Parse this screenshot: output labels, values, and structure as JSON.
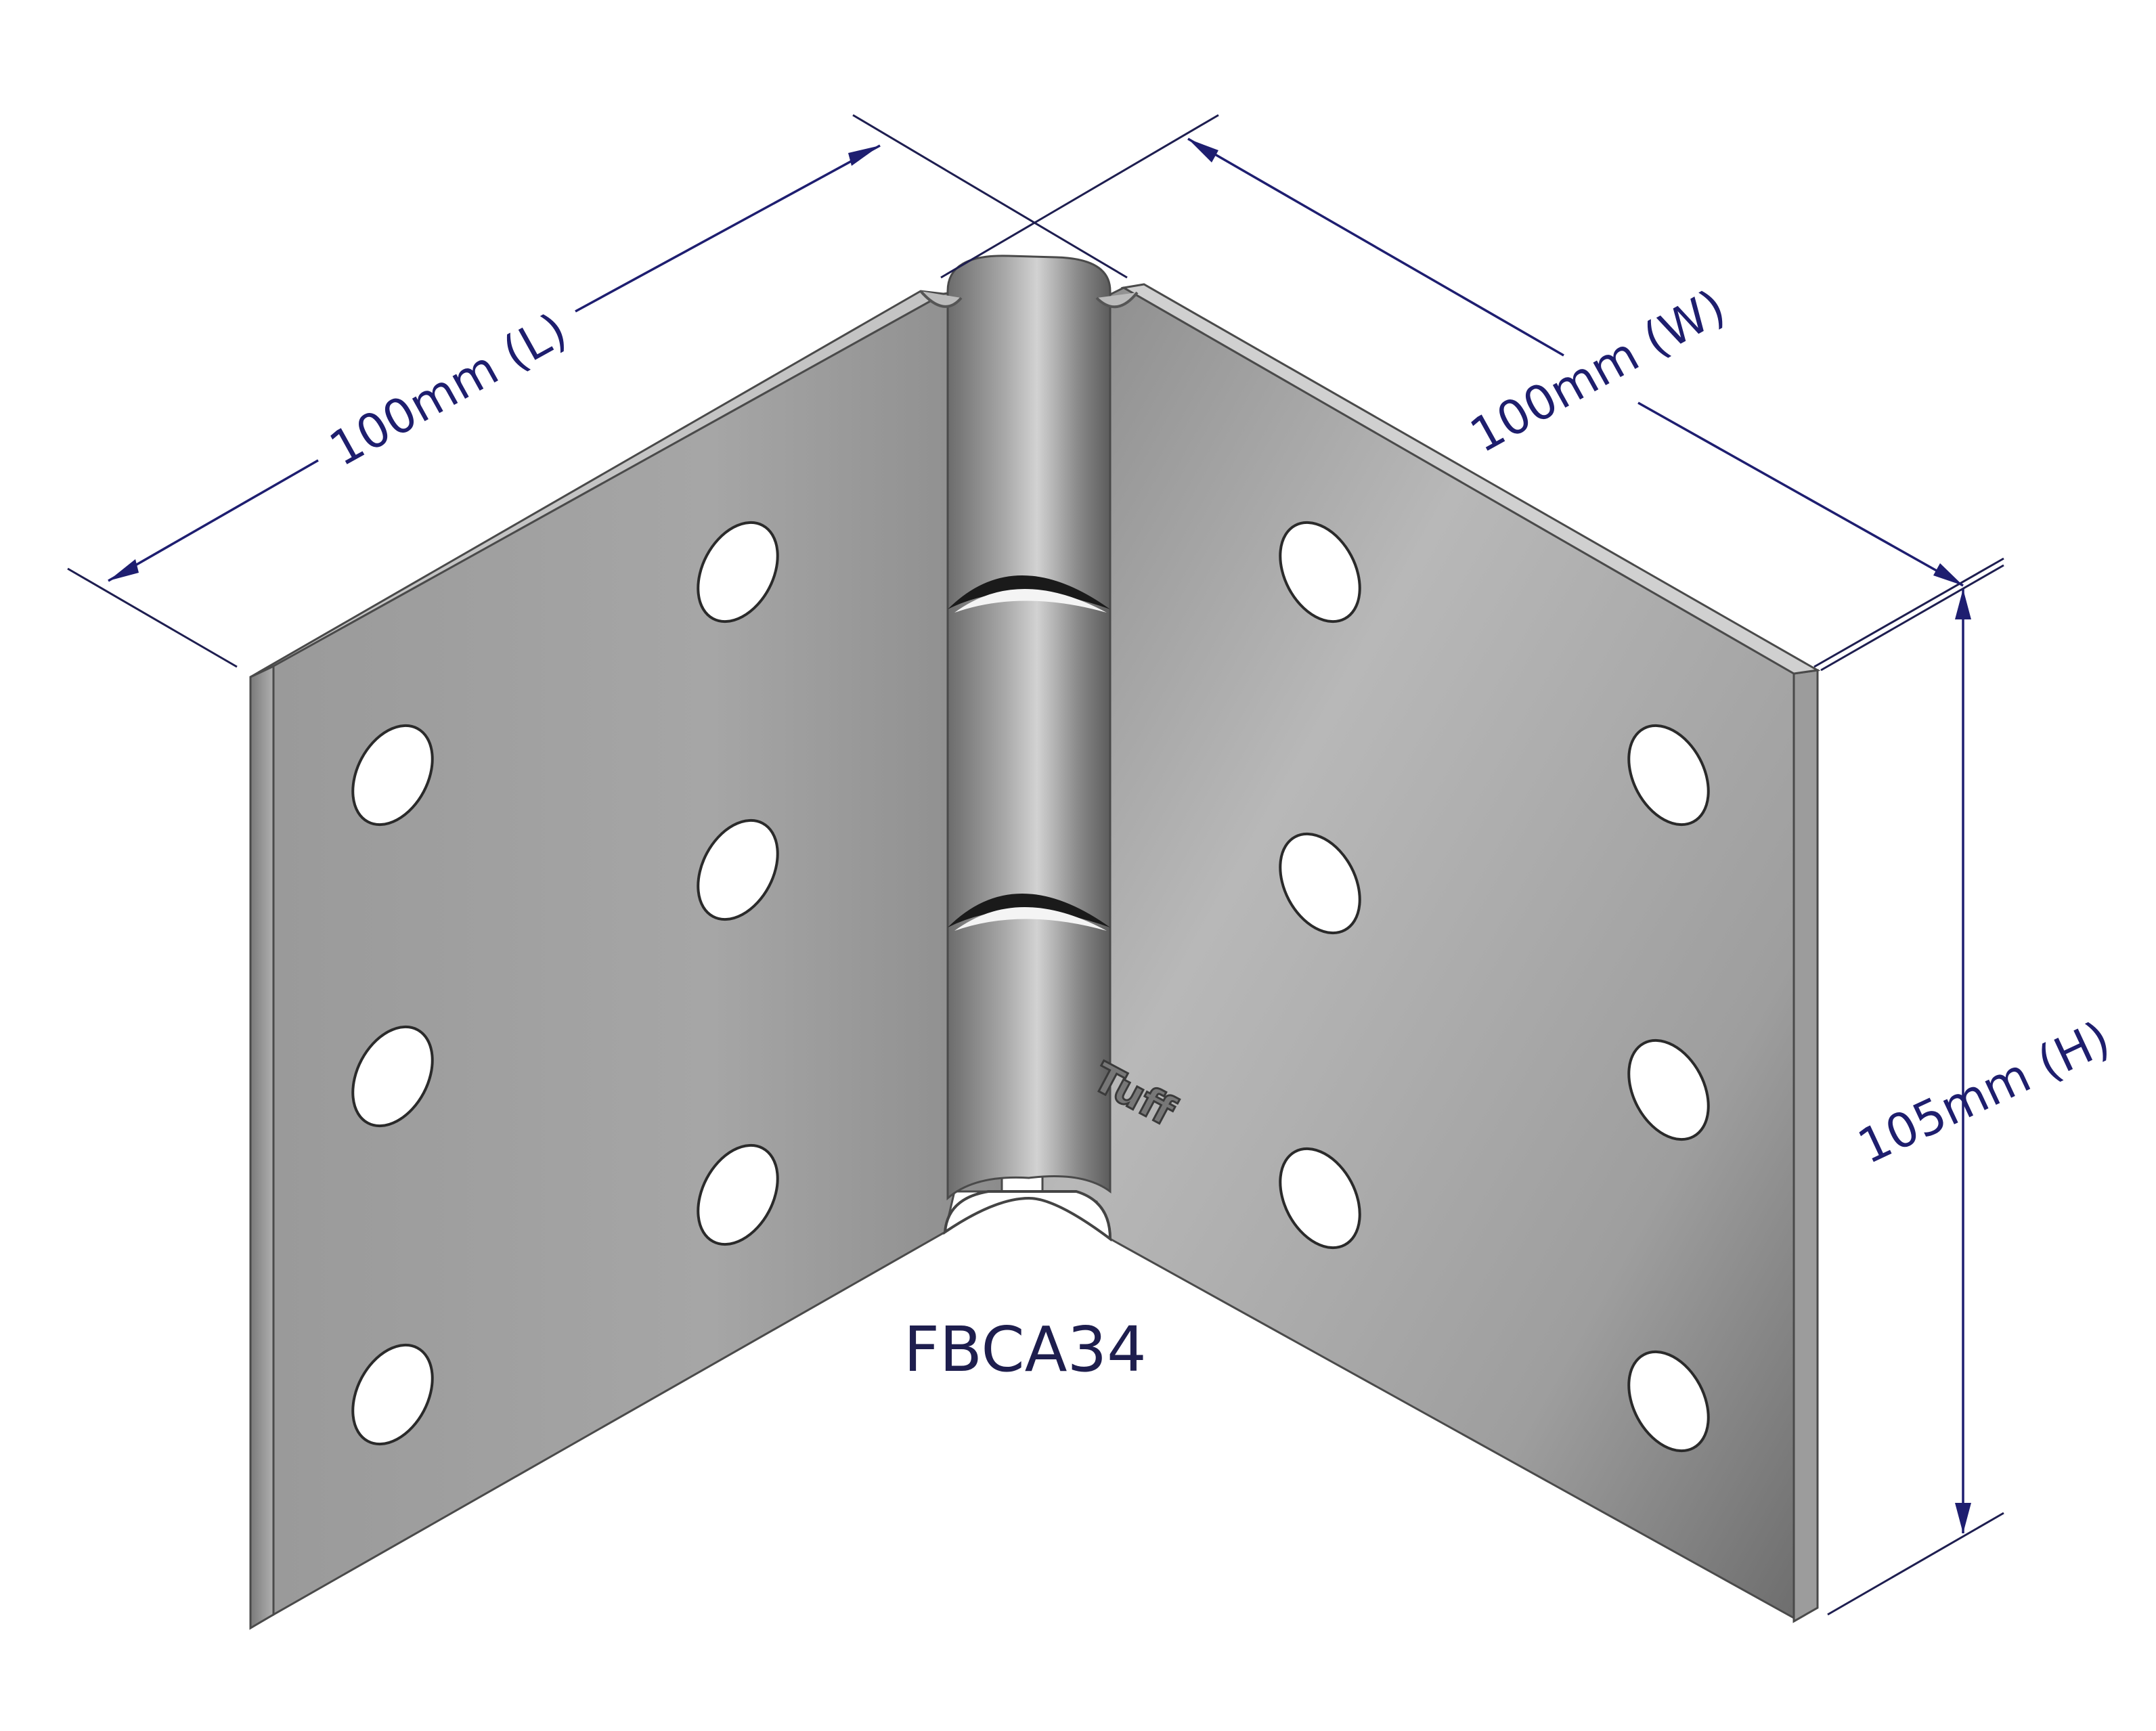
{
  "dimensions": {
    "length_label": "100mm (L)",
    "width_label": "100mm (W)",
    "height_label": "105mm (H)"
  },
  "product_code": "FBCA34",
  "brand_mark": "Tuff",
  "colors": {
    "dimension_lines": "#1e1e70",
    "dimension_text": "#1e1e6e",
    "plate_light": "#b4b4b4",
    "plate_dark": "#707070",
    "background": "#ffffff"
  }
}
